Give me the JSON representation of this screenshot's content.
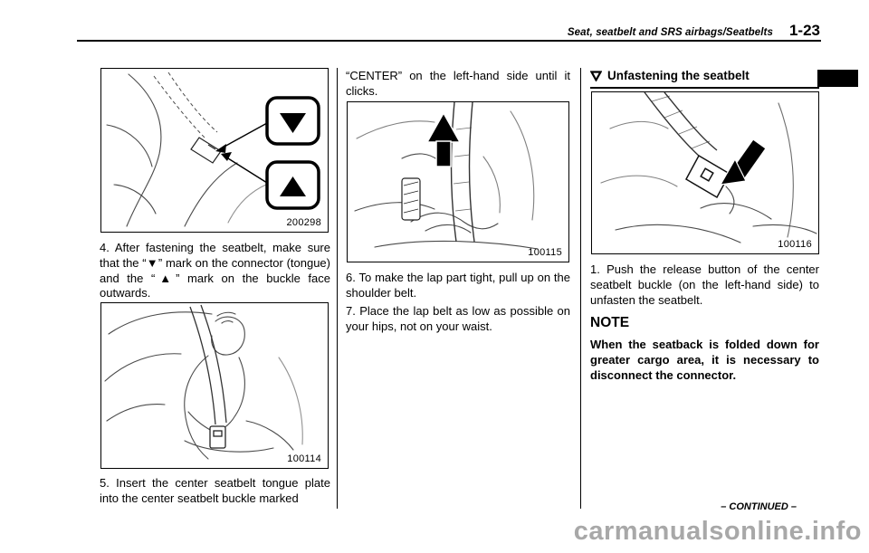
{
  "header": {
    "title": "Seat, seatbelt and SRS airbags/Seatbelts",
    "page_number": "1-23"
  },
  "columns": {
    "left": {
      "fig_connector_label": "200298",
      "step4": "4. After fastening the seatbelt, make sure that the “▼” mark on the connector (tongue) and the “▲” mark on the buckle face outwards.",
      "fig_fasten_label": "100114",
      "step5": "5. Insert the center seatbelt tongue plate into the center seatbelt buckle marked"
    },
    "middle": {
      "step5_cont": "“CENTER” on the left-hand side until it clicks.",
      "fig_pull_label": "100115",
      "step6": "6. To make the lap part tight, pull up on the shoulder belt.",
      "step7": "7. Place the lap belt as low as possible on your hips, not on your waist."
    },
    "right": {
      "heading": "Unfastening the seatbelt",
      "fig_release_label": "100116",
      "step1": "1. Push the release button of the center seatbelt buckle (on the left-hand side) to unfasten the seatbelt.",
      "note_title": "NOTE",
      "note_body": "When the seatback is folded down for greater cargo area, it is necessary to disconnect the connector."
    }
  },
  "footer": {
    "continued": "– CONTINUED –",
    "watermark": "carmanualsonline.info"
  }
}
